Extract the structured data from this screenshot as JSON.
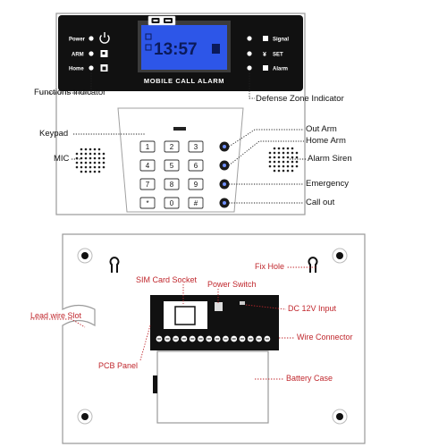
{
  "panel": {
    "left_labels": [
      "Power",
      "ARM",
      "Home"
    ],
    "right_labels": [
      "Signal",
      "SET",
      "Alarm"
    ],
    "set_glyph": "¥",
    "lcd_time": "13:57",
    "brand": "MOBILE CALL ALARM"
  },
  "keypad": {
    "keys": [
      "1",
      "2",
      "3",
      "4",
      "5",
      "6",
      "7",
      "8",
      "9",
      "*",
      "0",
      "#"
    ]
  },
  "labels": {
    "functions_indicator": "Functions Indicator",
    "defense_zone_indicator": "Defense Zone Indicator",
    "keypad": "Keypad",
    "mic": "MIC",
    "out_arm": "Out Arm",
    "home_arm": "Home Arm",
    "alarm_siren": "Alarm Siren",
    "emergency": "Emergency",
    "call_out": "Call out",
    "sim_card_socket": "SIM Card Socket",
    "power_switch": "Power Switch",
    "fix_hole": "Fix Hole",
    "dc_12v_input": "DC 12V Input",
    "lead_wire_slot": "Lead wire Slot",
    "wire_connector": "Wire Connector",
    "pcb_panel": "PCB Panel",
    "battery_case": "Battery Case"
  },
  "colors": {
    "panel_black": "#111111",
    "lcd_blue": "#2d56e8",
    "label_red": "#c0272d",
    "line_dark": "#222222"
  }
}
